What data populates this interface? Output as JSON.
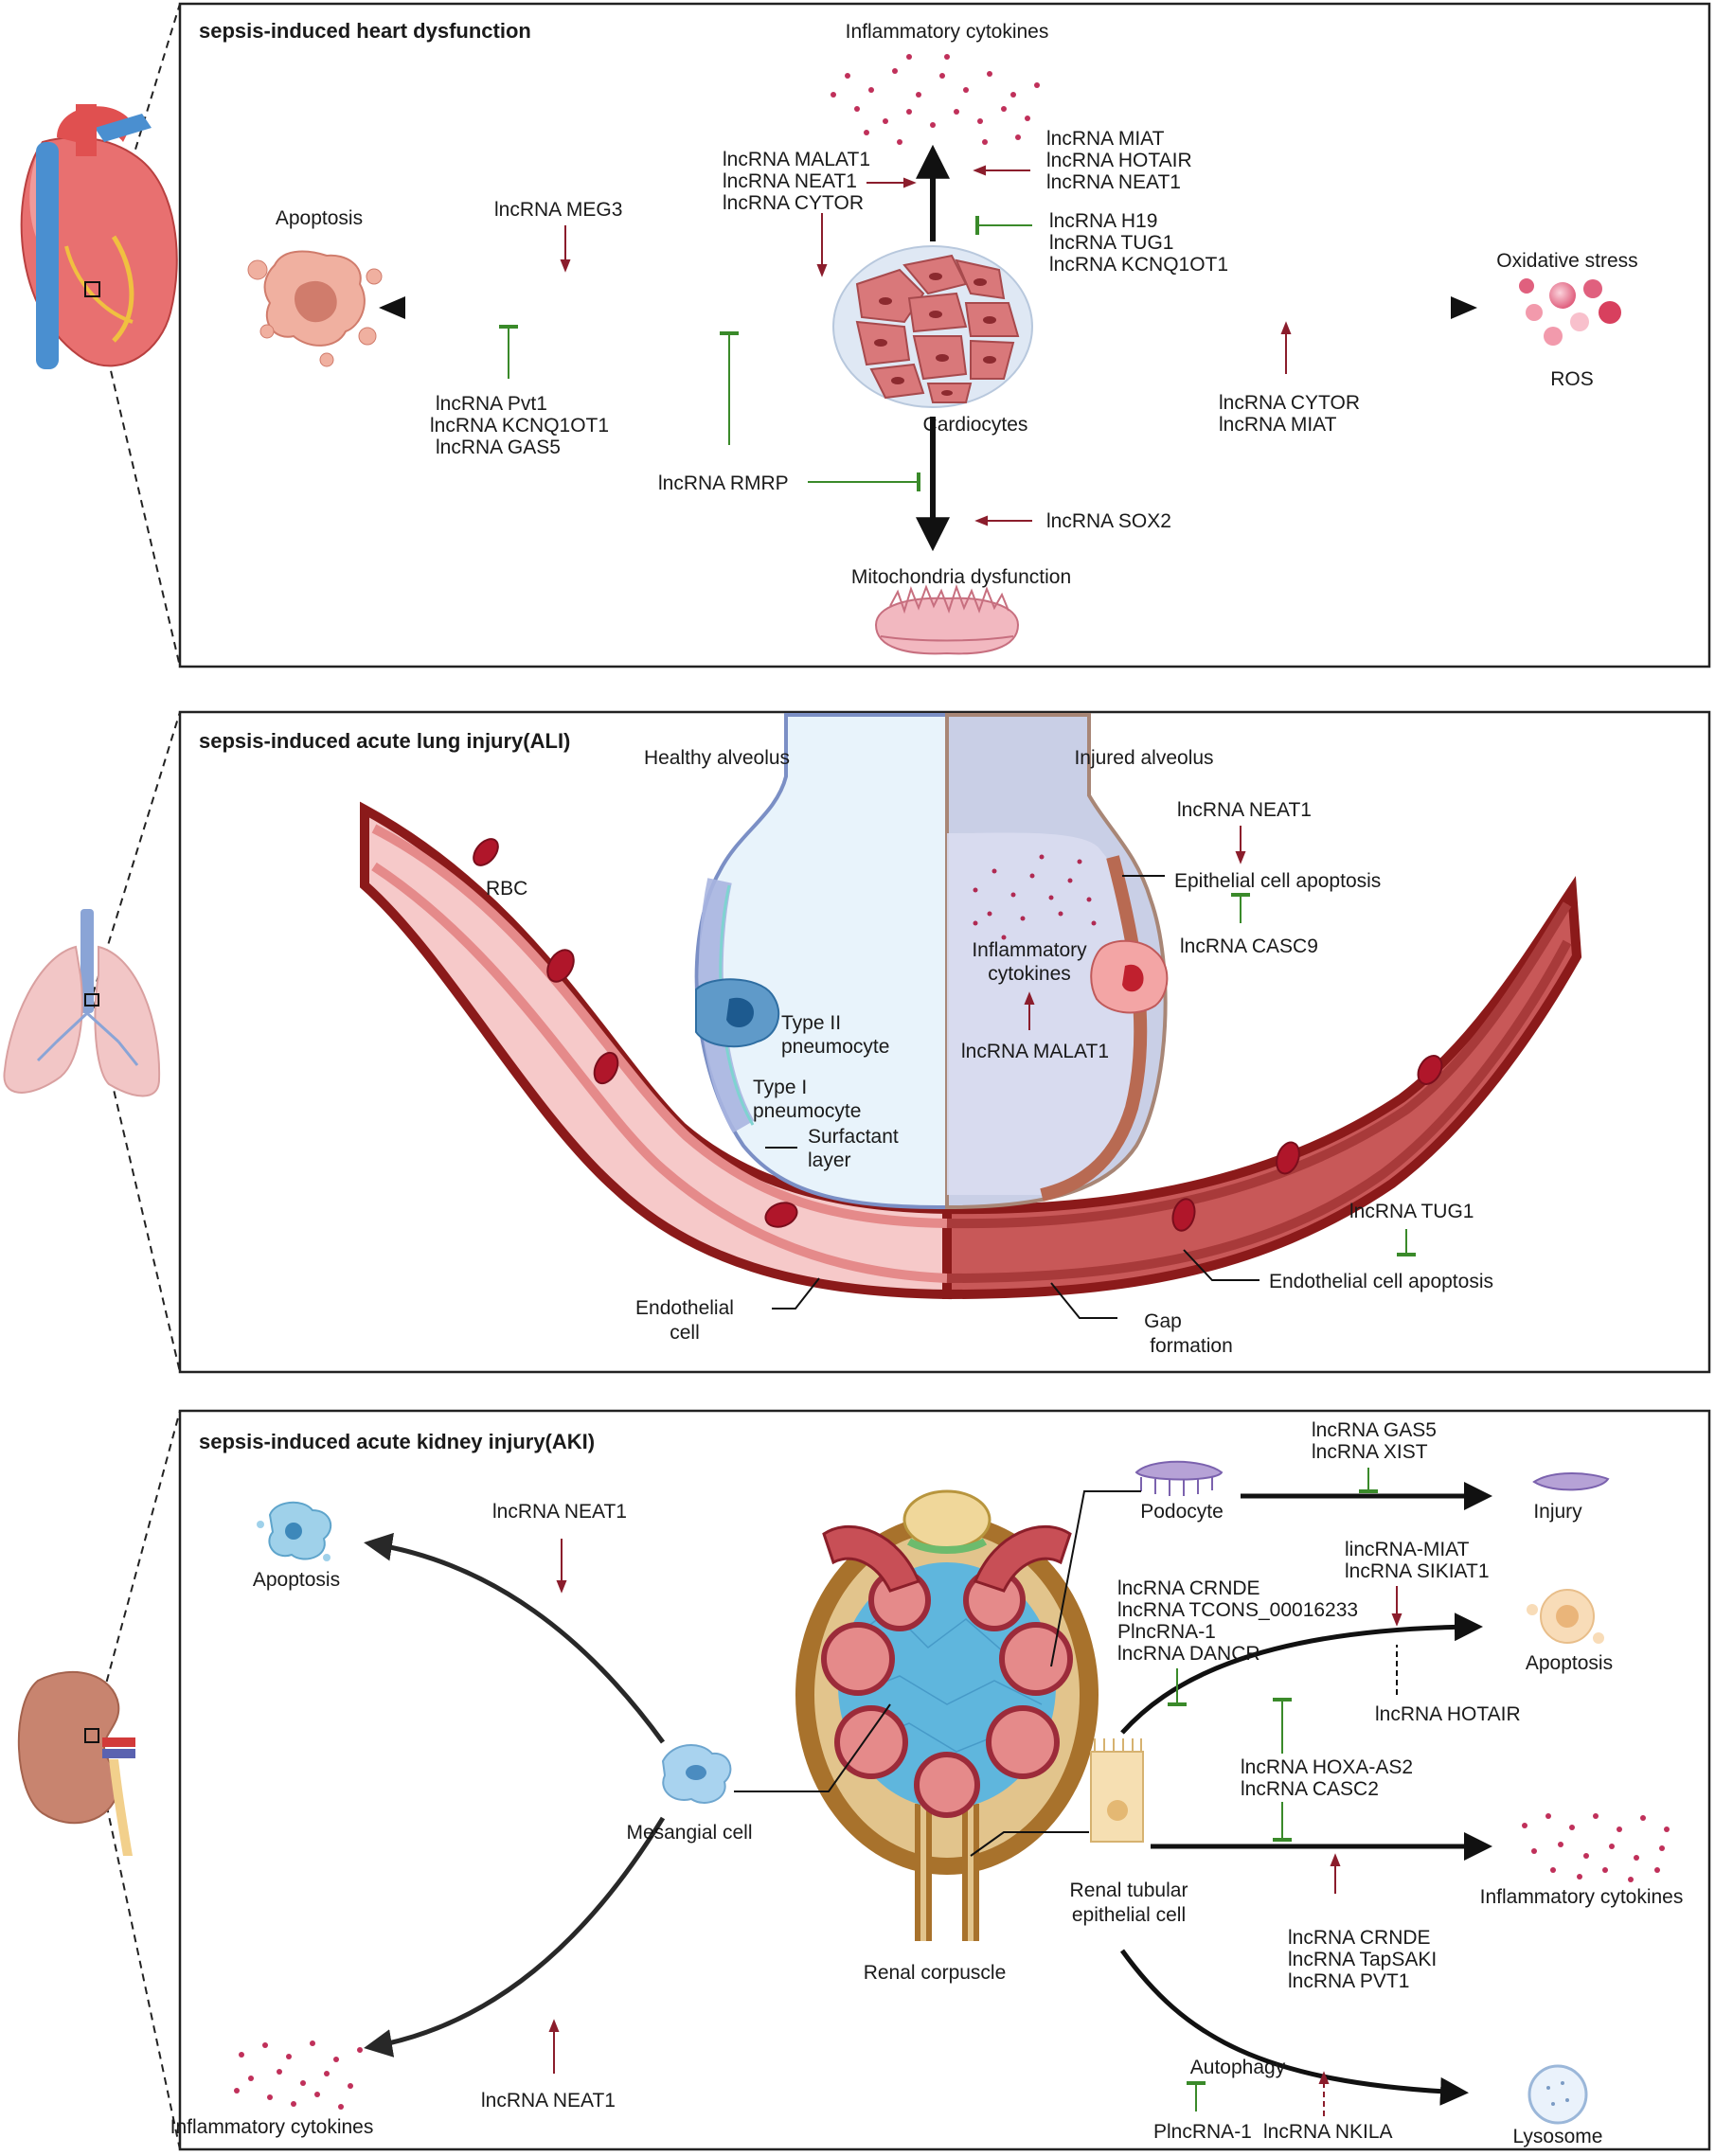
{
  "heart": {
    "title": "sepsis-induced heart dysfunction",
    "inflammatory": "Inflammatory cytokines",
    "apoptosis": "Apoptosis",
    "oxidative": "Oxidative stress",
    "ros": "ROS",
    "cardiocytes": "Cardiocytes",
    "mito": "Mitochondria dysfunction",
    "meg3": "lncRNA MEG3",
    "up_left": [
      "lncRNA MALAT1",
      "lncRNA NEAT1",
      "lncRNA CYTOR"
    ],
    "up_right_act": [
      "lncRNA MIAT",
      "lncRNA HOTAIR",
      "lncRNA NEAT1"
    ],
    "up_right_inh": [
      "lncRNA H19",
      "lncRNA TUG1",
      "lncRNA KCNQ1OT1"
    ],
    "apop_inh": [
      "lncRNA Pvt1",
      "lncRNA KCNQ1OT1",
      "lncRNA GAS5"
    ],
    "rmrp": "lncRNA RMRP",
    "ros_act": [
      "lncRNA CYTOR",
      "lncRNA MIAT"
    ],
    "sox2": "lncRNA SOX2"
  },
  "lung": {
    "title": "sepsis-induced acute lung injury(ALI)",
    "healthy": "Healthy alveolus",
    "injured": "Injured alveolus",
    "rbc": "RBC",
    "neat1": "lncRNA NEAT1",
    "epi_apop": "Epithelial cell apoptosis",
    "casc9": "lncRNA CASC9",
    "inflam": [
      "Inflammatory",
      "cytokines"
    ],
    "malat1": "lncRNA MALAT1",
    "type2": [
      "Type II",
      "pneumocyte"
    ],
    "type1": [
      "Type I",
      "pneumocyte"
    ],
    "surfactant": [
      "Surfactant",
      "layer"
    ],
    "tug1": "lncRNA TUG1",
    "endo_apop": "Endothelial cell apoptosis",
    "endo_cell": [
      "Endothelial",
      "cell"
    ],
    "gap": [
      "Gap",
      "formation"
    ]
  },
  "kidney": {
    "title": "sepsis-induced acute kidney injury(AKI)",
    "apoptosis_left": "Apoptosis",
    "neat1_top": "lncRNA NEAT1",
    "neat1_bottom": "lncRNA NEAT1",
    "mesangial": "Mesangial cell",
    "inflam_left": "Inflammatory cytokines",
    "renal_corpuscle": "Renal corpuscle",
    "podocyte": "Podocyte",
    "gas5_xist": [
      "lncRNA GAS5",
      "lncRNA XIST"
    ],
    "injury": "Injury",
    "crnde_group": [
      "lncRNA CRNDE",
      "lncRNA TCONS_00016233",
      "PlncRNA-1",
      "lncRNA DANCR"
    ],
    "miat_group": [
      "lincRNA-MIAT",
      "lncRNA SIKIAT1"
    ],
    "apoptosis_right": "Apoptosis",
    "hotair": "lncRNA HOTAIR",
    "hoxa_group": [
      "lncRNA HOXA-AS2",
      "lncRNA CASC2"
    ],
    "rtec": [
      "Renal tubular",
      "epithelial cell"
    ],
    "inflam_right": "Inflammatory cytokines",
    "crnde_group2": [
      "lncRNA CRNDE",
      "lncRNA TapSAKI",
      "lncRNA PVT1"
    ],
    "autophagy": "Autophagy",
    "plnc": "PlncRNA-1",
    "nkila": "lncRNA NKILA",
    "lysosome": "Lysosome"
  },
  "colors": {
    "activation": "#8b1d2c",
    "inhibition": "#3a8a2a",
    "vessel": "#8b1a1a",
    "cyto_dots": "#c0305a"
  }
}
